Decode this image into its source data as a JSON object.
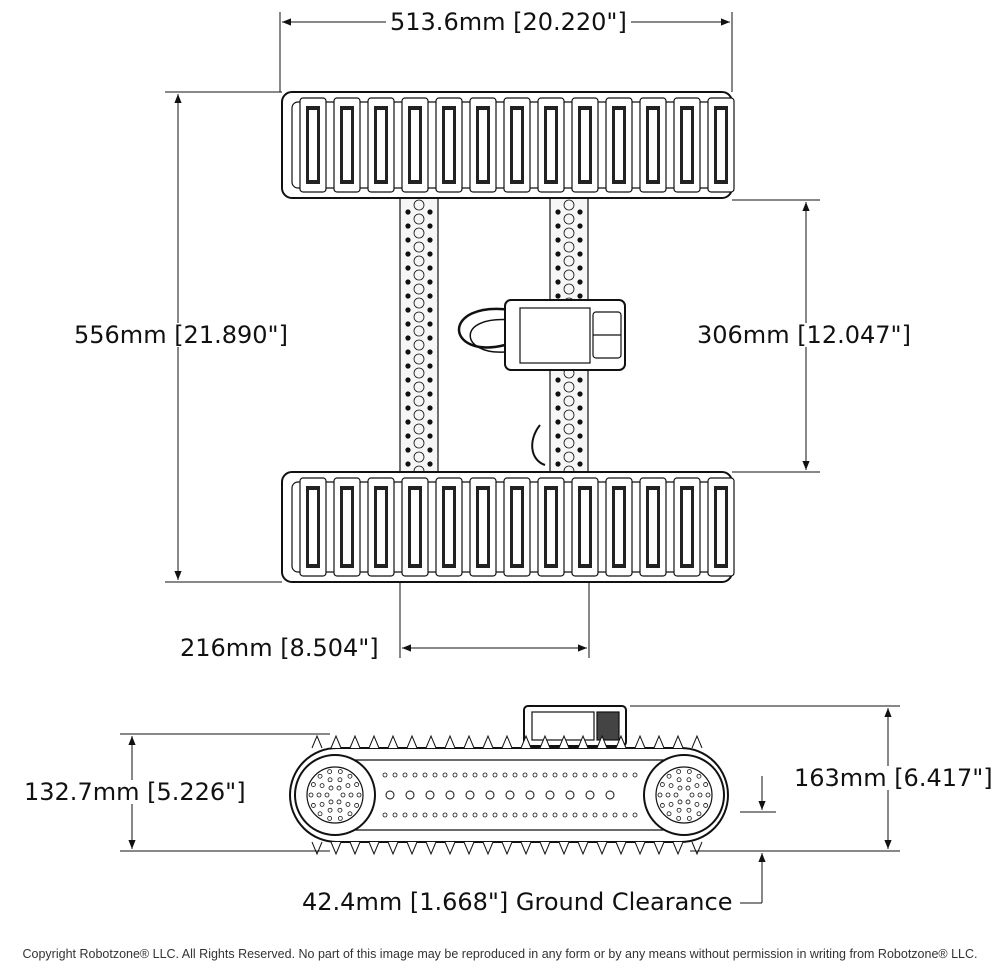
{
  "dimensions": {
    "overall_width": "513.6mm [20.220\"]",
    "overall_length": "556mm [21.890\"]",
    "track_spacing": "306mm [12.047\"]",
    "channel_spacing": "216mm [8.504\"]",
    "track_height": "132.7mm [5.226\"]",
    "overall_height": "163mm [6.417\"]",
    "ground_clearance": "42.4mm [1.668\"] Ground Clearance"
  },
  "copyright": "Copyright Robotzone® LLC.  All Rights Reserved. No part of this image may be reproduced in any form or by any means without permission in writing from Robotzone® LLC."
}
